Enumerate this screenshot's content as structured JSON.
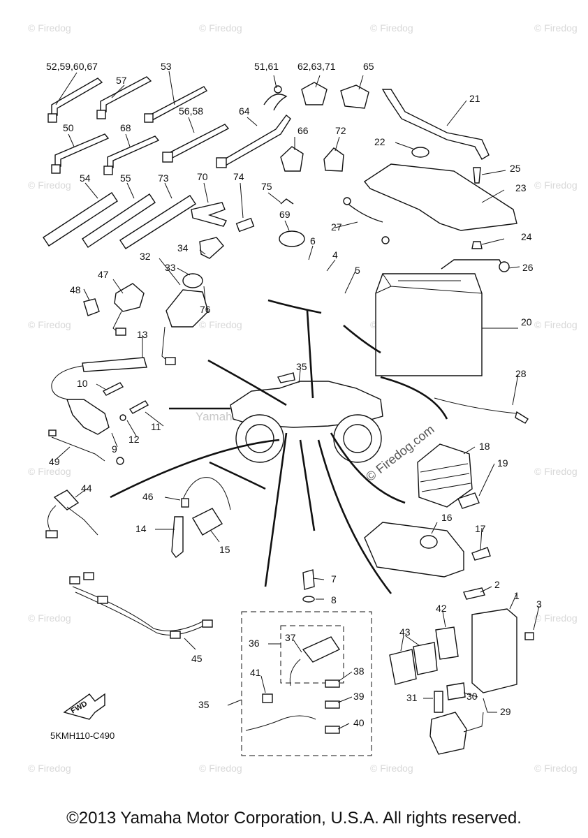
{
  "watermark": "© Firedog",
  "watermark_center": "Yamaha Motor Corp. U.S.A.",
  "watermark_regulator": "© Firedog.com",
  "diagram_code": "5KMH110-C490",
  "fwd_label": "FWD",
  "copyright": "©2013 Yamaha Motor Corporation, U.S.A. All rights reserved.",
  "callouts": [
    {
      "id": "c1",
      "text": "52,59,60,67"
    },
    {
      "id": "c2",
      "text": "57"
    },
    {
      "id": "c3",
      "text": "53"
    },
    {
      "id": "c4",
      "text": "51,61"
    },
    {
      "id": "c5",
      "text": "62,63,71"
    },
    {
      "id": "c6",
      "text": "65"
    },
    {
      "id": "c7",
      "text": "21"
    },
    {
      "id": "c8",
      "text": "50"
    },
    {
      "id": "c9",
      "text": "68"
    },
    {
      "id": "c10",
      "text": "56,58"
    },
    {
      "id": "c11",
      "text": "64"
    },
    {
      "id": "c12",
      "text": "66"
    },
    {
      "id": "c13",
      "text": "72"
    },
    {
      "id": "c14",
      "text": "22"
    },
    {
      "id": "c15",
      "text": "25"
    },
    {
      "id": "c16",
      "text": "54"
    },
    {
      "id": "c17",
      "text": "55"
    },
    {
      "id": "c18",
      "text": "73"
    },
    {
      "id": "c19",
      "text": "70"
    },
    {
      "id": "c20",
      "text": "74"
    },
    {
      "id": "c21",
      "text": "75"
    },
    {
      "id": "c22",
      "text": "23"
    },
    {
      "id": "c23",
      "text": "69"
    },
    {
      "id": "c24",
      "text": "27"
    },
    {
      "id": "c25",
      "text": "24"
    },
    {
      "id": "c26",
      "text": "34"
    },
    {
      "id": "c27",
      "text": "32"
    },
    {
      "id": "c28",
      "text": "6"
    },
    {
      "id": "c29",
      "text": "4"
    },
    {
      "id": "c30",
      "text": "33"
    },
    {
      "id": "c31",
      "text": "47"
    },
    {
      "id": "c32",
      "text": "5"
    },
    {
      "id": "c33",
      "text": "26"
    },
    {
      "id": "c34",
      "text": "48"
    },
    {
      "id": "c35",
      "text": "76"
    },
    {
      "id": "c36",
      "text": "20"
    },
    {
      "id": "c37",
      "text": "13"
    },
    {
      "id": "c38",
      "text": "35"
    },
    {
      "id": "c39",
      "text": "28"
    },
    {
      "id": "c40",
      "text": "10"
    },
    {
      "id": "c41",
      "text": "11"
    },
    {
      "id": "c42",
      "text": "12"
    },
    {
      "id": "c43",
      "text": "9"
    },
    {
      "id": "c44",
      "text": "18"
    },
    {
      "id": "c45",
      "text": "49"
    },
    {
      "id": "c46",
      "text": "19"
    },
    {
      "id": "c47",
      "text": "44"
    },
    {
      "id": "c48",
      "text": "46"
    },
    {
      "id": "c49",
      "text": "16"
    },
    {
      "id": "c50",
      "text": "17"
    },
    {
      "id": "c51",
      "text": "14"
    },
    {
      "id": "c52",
      "text": "15"
    },
    {
      "id": "c53",
      "text": "7"
    },
    {
      "id": "c54",
      "text": "8"
    },
    {
      "id": "c55",
      "text": "2"
    },
    {
      "id": "c56",
      "text": "1"
    },
    {
      "id": "c57",
      "text": "3"
    },
    {
      "id": "c58",
      "text": "42"
    },
    {
      "id": "c59",
      "text": "43"
    },
    {
      "id": "c60",
      "text": "37"
    },
    {
      "id": "c61",
      "text": "36"
    },
    {
      "id": "c62",
      "text": "45"
    },
    {
      "id": "c63",
      "text": "41"
    },
    {
      "id": "c64",
      "text": "38"
    },
    {
      "id": "c65",
      "text": "39"
    },
    {
      "id": "c66",
      "text": "35"
    },
    {
      "id": "c67",
      "text": "31"
    },
    {
      "id": "c68",
      "text": "30"
    },
    {
      "id": "c69",
      "text": "29"
    },
    {
      "id": "c70",
      "text": "40"
    }
  ]
}
